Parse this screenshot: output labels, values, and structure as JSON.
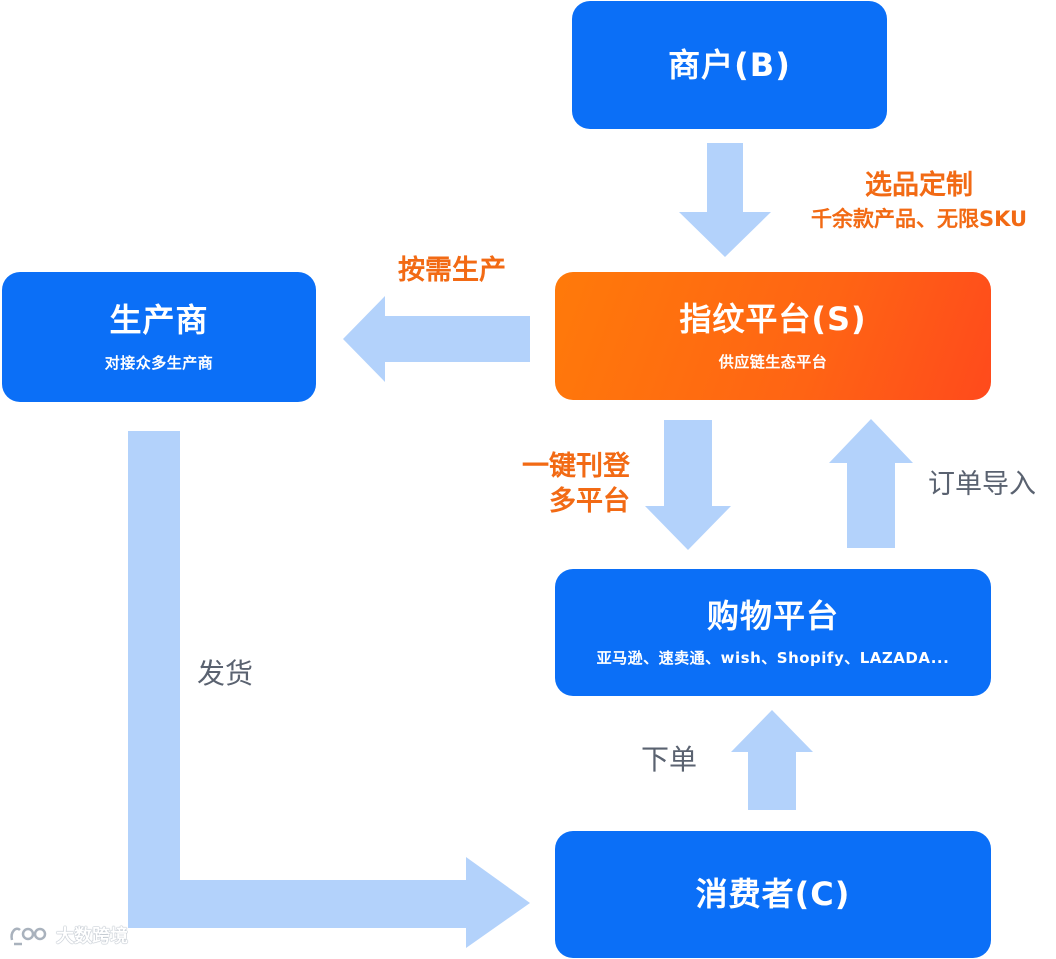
{
  "nodes": {
    "merchant": {
      "title": "商户(B)"
    },
    "platform": {
      "title": "指纹平台(S)",
      "subtitle": "供应链生态平台"
    },
    "manufacturer": {
      "title": "生产商",
      "subtitle": "对接众多生产商"
    },
    "shopping": {
      "title": "购物平台",
      "subtitle": "亚马逊、速卖通、wish、Shopify、LAZADA..."
    },
    "consumer": {
      "title": "消费者(C)"
    }
  },
  "edges": {
    "select": {
      "line1": "选品定制",
      "line2": "千余款产品、无限SKU"
    },
    "produce": {
      "label": "按需生产"
    },
    "publish": {
      "line1": "一键刊登",
      "line2": "多平台"
    },
    "import": {
      "label": "订单导入"
    },
    "order": {
      "label": "下单"
    },
    "ship": {
      "label": "发货"
    }
  },
  "watermark": {
    "text": "大数跨境"
  },
  "colors": {
    "node_blue": "#0b6ff7",
    "node_orange": "#ff6a10",
    "arrow": "#b3d2fb",
    "label_orange": "#f26a14",
    "label_gray": "#5a6270"
  }
}
